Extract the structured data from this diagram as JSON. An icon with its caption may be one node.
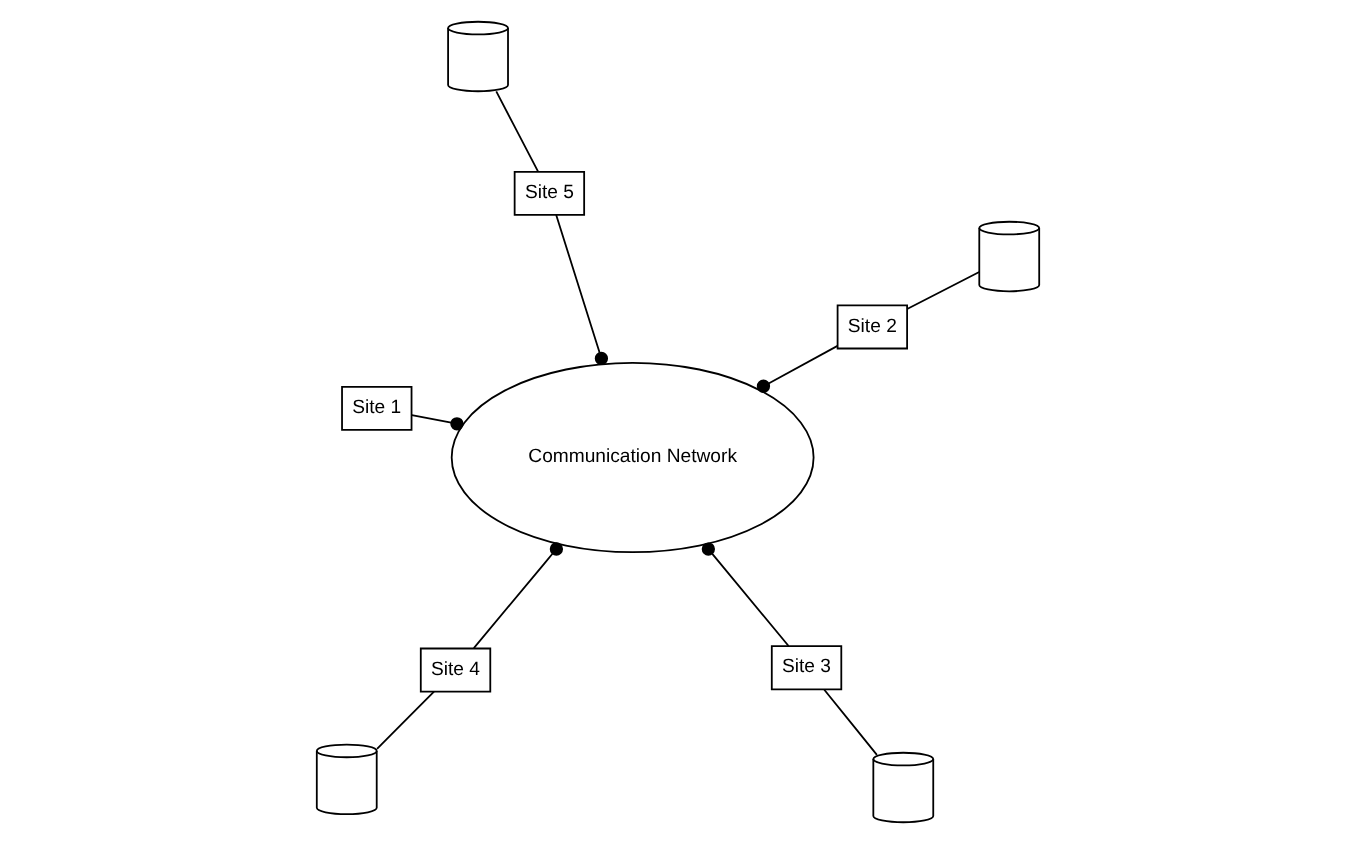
{
  "diagram": {
    "nodes": [
      {
        "text": [
          "Site 1"
        ]
      },
      {
        "text": [],
        "shape": "cylinder"
      },
      {
        "text": [
          "Site 2"
        ]
      },
      {
        "text": [
          "Site 5"
        ]
      },
      {
        "text": [
          "Communication Network"
        ]
      },
      {
        "text": [],
        "shape": "cylinder"
      },
      {
        "text": [],
        "shape": "cylinder"
      },
      {
        "text": [
          "Site 4"
        ]
      },
      {
        "text": [
          "Site 3"
        ]
      },
      {
        "text": [],
        "shape": "cylinder"
      }
    ],
    "edges": [
      {
        "from": 0,
        "to": 4,
        "arrow": "other"
      },
      {
        "from": 2,
        "to": 4,
        "arrow": "other"
      },
      {
        "from": 3,
        "to": 4,
        "arrow": "other"
      },
      {
        "from": 7,
        "to": 4,
        "arrow": "other"
      },
      {
        "from": 8,
        "to": 4,
        "arrow": "other"
      },
      {
        "from": 1,
        "to": 2,
        "arrow": "none"
      },
      {
        "from": 3,
        "to": 5,
        "arrow": "none"
      },
      {
        "from": 6,
        "to": 7,
        "arrow": "none"
      },
      {
        "from": 8,
        "to": 9,
        "arrow": "none"
      }
    ]
  }
}
